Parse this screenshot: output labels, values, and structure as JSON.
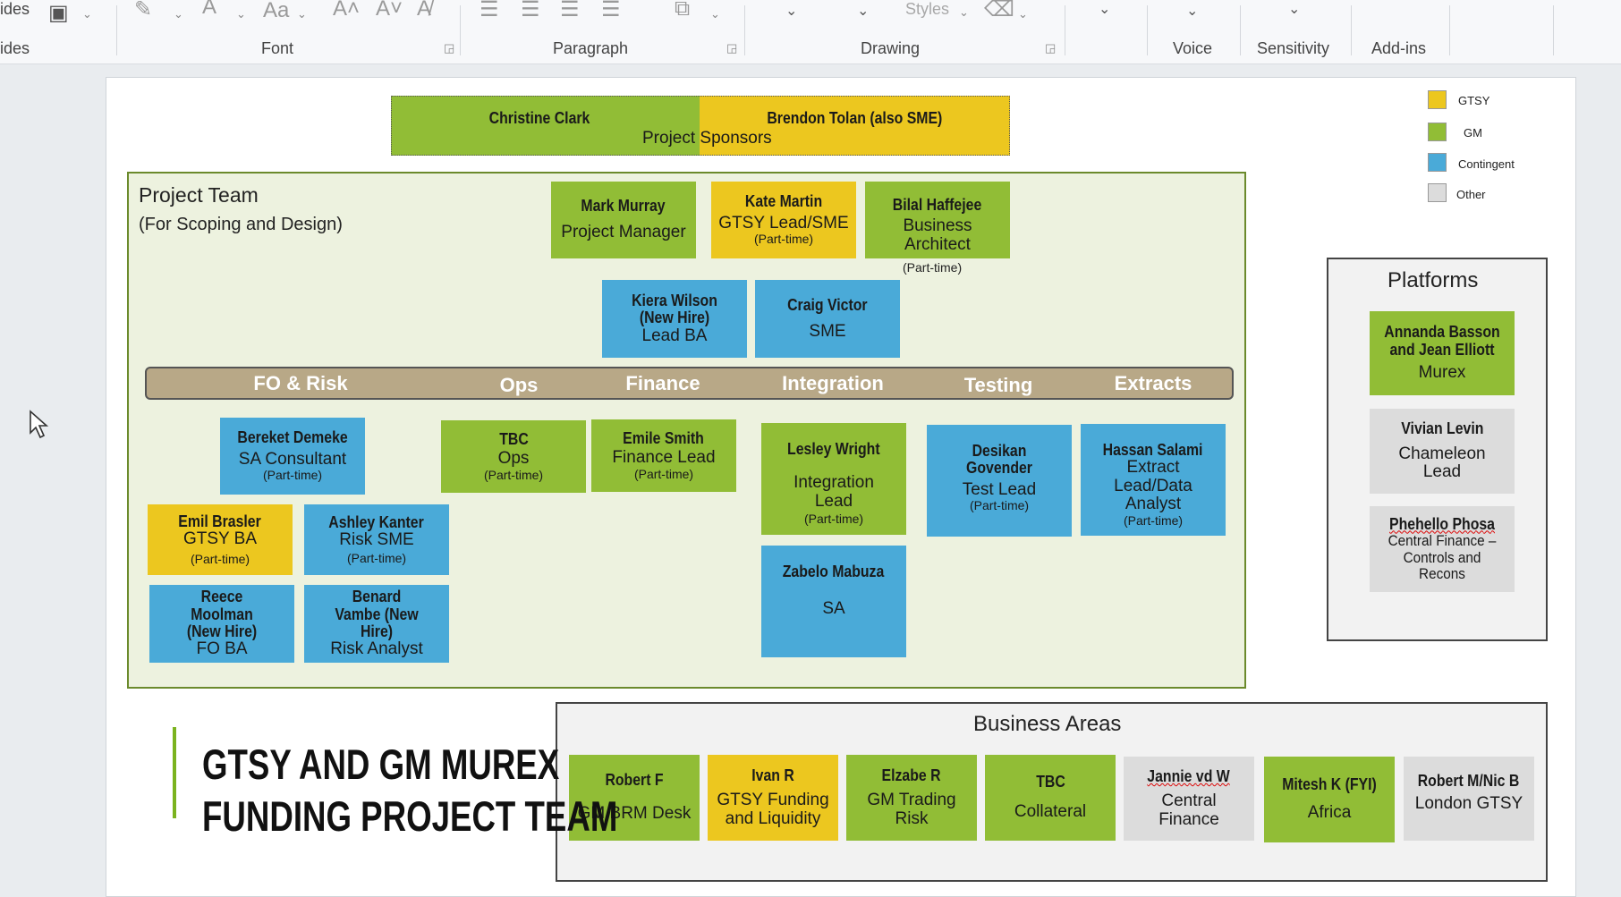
{
  "ribbon": {
    "left_label": "ides",
    "groups": {
      "font": "Font",
      "paragraph": "Paragraph",
      "drawing": "Drawing",
      "voice": "Voice",
      "sensitivity": "Sensitivity",
      "addins": "Add-ins"
    },
    "styles_label": "Styles",
    "font_size_glyph": "Aa",
    "font_color_glyph": "A"
  },
  "sponsors": {
    "left_name": "Christine Clark",
    "right_name": "Brendon Tolan (also SME)",
    "caption": "Project Sponsors"
  },
  "project_team": {
    "title": "Project Team",
    "subtitle": "(For Scoping and Design)"
  },
  "people": {
    "mark": {
      "name": "Mark Murray",
      "role": "Project Manager"
    },
    "kate": {
      "name": "Kate Martin",
      "role": "GTSY Lead/SME",
      "note": "(Part-time)"
    },
    "bilal": {
      "name": "Bilal Haffejee",
      "role": "Business Architect",
      "note": "(Part-time)"
    },
    "kiera": {
      "name": "Kiera Wilson (New Hire)",
      "role": "Lead BA"
    },
    "craig": {
      "name": "Craig Victor",
      "role": "SME"
    },
    "bereket": {
      "name": "Bereket Demeke",
      "role": "SA Consultant",
      "note": "(Part-time)"
    },
    "emil": {
      "name": "Emil Brasler",
      "role": "GTSY BA",
      "note": "(Part-time)"
    },
    "ashley": {
      "name": "Ashley Kanter",
      "role": "Risk SME",
      "note": "(Part-time)"
    },
    "reece": {
      "name": "Reece Moolman (New Hire)",
      "role": "FO BA"
    },
    "benard": {
      "name": "Benard Vambe (New Hire)",
      "role": "Risk Analyst"
    },
    "tbc_ops": {
      "name": "TBC",
      "role": "Ops",
      "note": "(Part-time)"
    },
    "emile": {
      "name": "Emile Smith",
      "role": "Finance Lead",
      "note": "(Part-time)"
    },
    "lesley": {
      "name": "Lesley Wright",
      "role": "Integration Lead",
      "note": "(Part-time)"
    },
    "zabelo": {
      "name": "Zabelo Mabuza",
      "role": "SA"
    },
    "desikan": {
      "name": "Desikan Govender",
      "role": "Test Lead",
      "note": "(Part-time)"
    },
    "hassan": {
      "name": "Hassan Salami",
      "role": "Extract Lead/Data Analyst",
      "note": "(Part-time)"
    }
  },
  "workstreams": [
    "FO & Risk",
    "Ops",
    "Finance",
    "Integration",
    "Testing",
    "Extracts"
  ],
  "legend": [
    {
      "label": "GTSY",
      "color": "#ecc71f"
    },
    {
      "label": "GM",
      "color": "#91bd36"
    },
    {
      "label": "Contingent",
      "color": "#4aaad8"
    },
    {
      "label": "Other",
      "color": "#dcdcdc"
    }
  ],
  "platforms": {
    "title": "Platforms",
    "items": [
      {
        "name": "Annanda Basson and Jean Elliott",
        "role": "Murex"
      },
      {
        "name": "Vivian Levin",
        "role": "Chameleon Lead"
      },
      {
        "name": "Phehello Phosa",
        "role": "Central Finance – Controls and Recons"
      }
    ]
  },
  "business_areas": {
    "title": "Business Areas",
    "items": [
      {
        "name": "Robert F",
        "role": "GM BRM Desk"
      },
      {
        "name": "Ivan R",
        "role": "GTSY Funding and Liquidity"
      },
      {
        "name": "Elzabe R",
        "role": "GM Trading Risk"
      },
      {
        "name": "TBC",
        "role": "Collateral"
      },
      {
        "name": "Jannie vd W",
        "role": "Central Finance"
      },
      {
        "name": "Mitesh K (FYI)",
        "role": "Africa"
      },
      {
        "name": "Robert M/Nic B",
        "role": "London GTSY"
      }
    ]
  },
  "slide_title": {
    "line1": "GTSY AND GM MUREX",
    "line2": "FUNDING PROJECT TEAM"
  }
}
